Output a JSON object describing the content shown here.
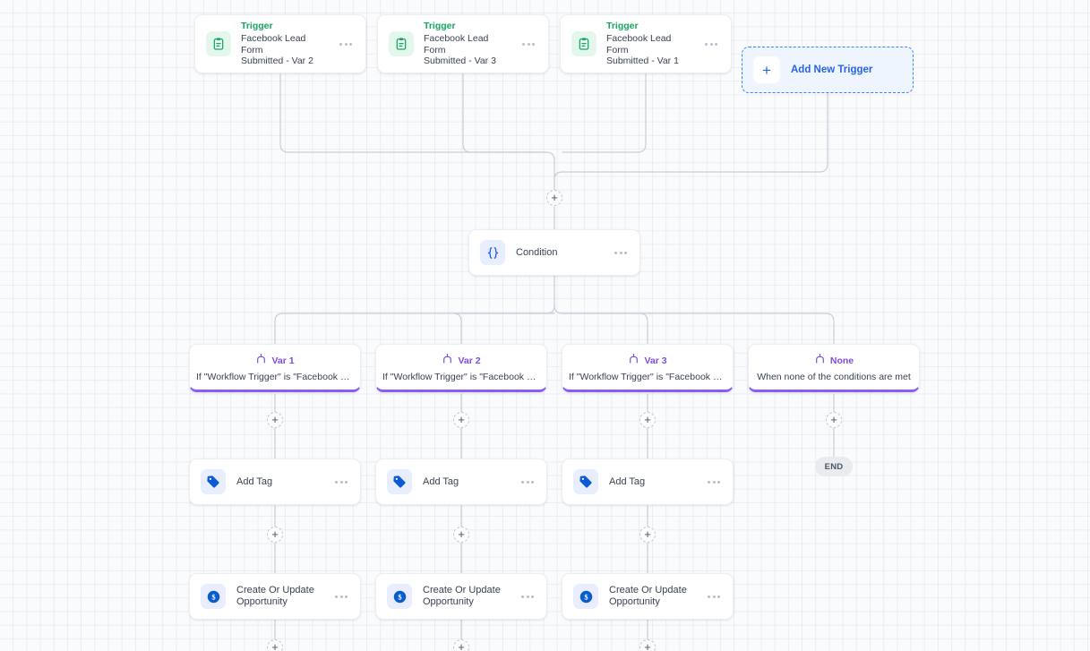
{
  "canvas": {
    "background_color": "#fafbfc",
    "grid_color": "#dee2e9"
  },
  "colors": {
    "trigger_accent": "#16a663",
    "trigger_icon_bg": "#e4f7ec",
    "branch_accent": "#8b5cf6",
    "action_icon_bg": "#e9eeff",
    "add_trigger_accent": "#2563eb",
    "edge": "#c9ced8",
    "end_pill_bg": "#e9ebef"
  },
  "triggers": [
    {
      "kind": "Trigger",
      "description": "Facebook Lead Form\nSubmitted - Var 2",
      "icon": "clipboard-icon",
      "menu": "node-menu-icon"
    },
    {
      "kind": "Trigger",
      "description": "Facebook Lead Form\nSubmitted - Var 3",
      "icon": "clipboard-icon",
      "menu": "node-menu-icon"
    },
    {
      "kind": "Trigger",
      "description": "Facebook Lead Form\nSubmitted - Var 1",
      "icon": "clipboard-icon",
      "menu": "node-menu-icon"
    }
  ],
  "add_trigger": {
    "label": "Add New Trigger",
    "icon": "plus-icon"
  },
  "condition": {
    "label": "Condition",
    "icon": "braces-icon",
    "menu": "node-menu-icon"
  },
  "branches": [
    {
      "name": "Var 1",
      "subtitle": "If \"Workflow Trigger\" is \"Facebook Le…",
      "icon": "branch-fork-icon"
    },
    {
      "name": "Var 2",
      "subtitle": "If \"Workflow Trigger\" is \"Facebook Le…",
      "icon": "branch-fork-icon"
    },
    {
      "name": "Var 3",
      "subtitle": "If \"Workflow Trigger\" is \"Facebook Le…",
      "icon": "branch-fork-icon"
    },
    {
      "name": "None",
      "subtitle": "When none of the conditions are met",
      "icon": "branch-fork-icon"
    }
  ],
  "actions": {
    "add_tag": {
      "label": "Add Tag",
      "icon": "tag-icon",
      "menu": "node-menu-icon"
    },
    "opportunity": {
      "label": "Create Or Update\nOpportunity",
      "icon": "dollar-circle-icon",
      "menu": "node-menu-icon"
    }
  },
  "end_node": {
    "label": "END"
  },
  "plus_handles": {
    "label": "+"
  }
}
